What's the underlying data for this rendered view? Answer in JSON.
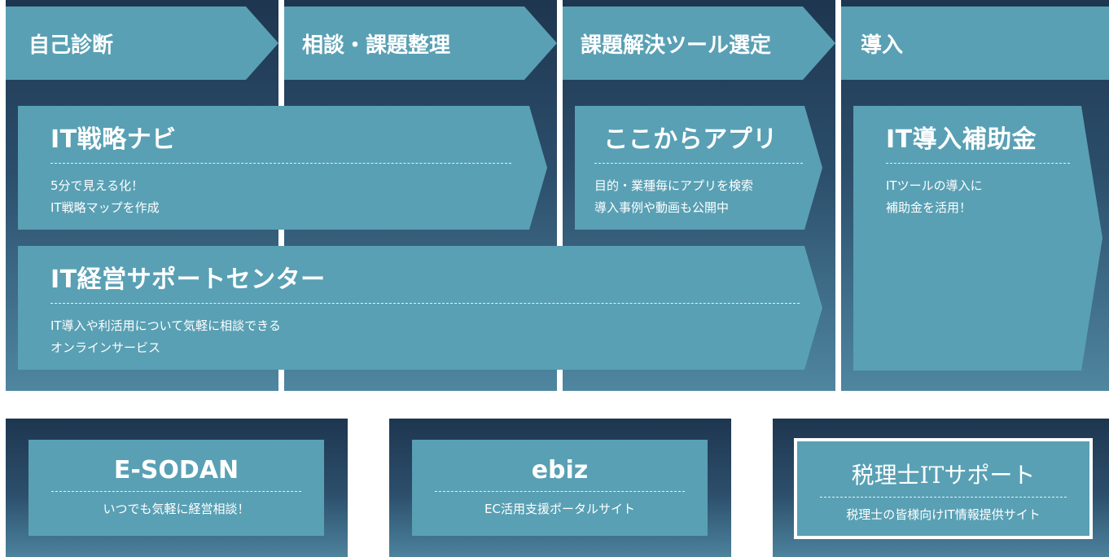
{
  "steps": [
    {
      "label": "自己診断"
    },
    {
      "label": "相談・課題整理"
    },
    {
      "label": "課題解決ツール選定"
    },
    {
      "label": "導入"
    }
  ],
  "cards": {
    "it_senryaku": {
      "title": "IT戦略ナビ",
      "desc1": "5分で見える化！",
      "desc2": "IT戦略マップを作成"
    },
    "kokokara": {
      "title": "ここからアプリ",
      "desc1": "目的・業種毎にアプリを検索",
      "desc2": "導入事例や動画も公開中"
    },
    "hojokin": {
      "title": "IT導入補助金",
      "desc1": "ITツールの導入に",
      "desc2": "補助金を活用！"
    },
    "support_center": {
      "title": "IT経営サポートセンター",
      "desc1": "IT導入や利活用について気軽に相談できる",
      "desc2": "オンラインサービス"
    }
  },
  "links": [
    {
      "title": "E-SODAN",
      "desc": "いつでも気軽に経営相談！"
    },
    {
      "title": "ebiz",
      "desc": "EC活用支援ポータルサイト"
    },
    {
      "title": "税理士ITサポート",
      "desc": "税理士の皆様向けIT情報提供サイト"
    }
  ],
  "colors": {
    "dark_navy": "#1e3650",
    "teal": "#59a0b4",
    "white": "#ffffff"
  }
}
